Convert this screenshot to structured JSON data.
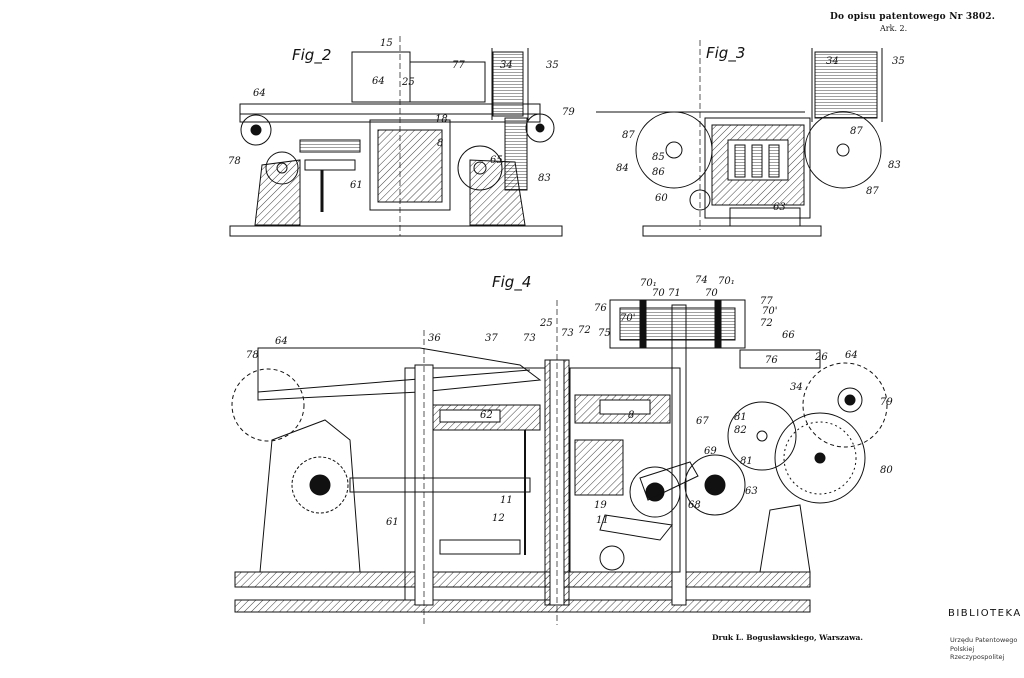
{
  "header": {
    "patent_line": "Do opisu patentowego Nr 3802.",
    "sheet": "Ark. 2."
  },
  "figures": {
    "fig2": "Fig_2",
    "fig3": "Fig_3",
    "fig4": "Fig_4"
  },
  "fig2_labels": [
    "15",
    "64",
    "25",
    "77",
    "34",
    "35",
    "64",
    "79",
    "78",
    "18",
    "8",
    "65",
    "83",
    "61"
  ],
  "fig3_labels": [
    "34",
    "35",
    "87",
    "87",
    "84",
    "85",
    "86",
    "60",
    "63",
    "83",
    "87"
  ],
  "fig4_labels": [
    "78",
    "64",
    "36",
    "37",
    "73",
    "25",
    "73",
    "72",
    "75",
    "76",
    "70₁",
    "70",
    "71",
    "74",
    "70",
    "70₁",
    "77",
    "72",
    "70'",
    "70'",
    "66",
    "76",
    "26",
    "64",
    "79",
    "34",
    "62",
    "8",
    "67",
    "81",
    "82",
    "81",
    "80",
    "69",
    "63",
    "68",
    "19",
    "11",
    "61",
    "12",
    "11"
  ],
  "footer": {
    "printer": "Druk L. Bogusławskiego, Warszawa."
  },
  "stamp": {
    "title": "BIBLIOTEKA",
    "line1": "Urzędu Patentowego",
    "line2": "Polskiej Rzeczypospolitej"
  }
}
